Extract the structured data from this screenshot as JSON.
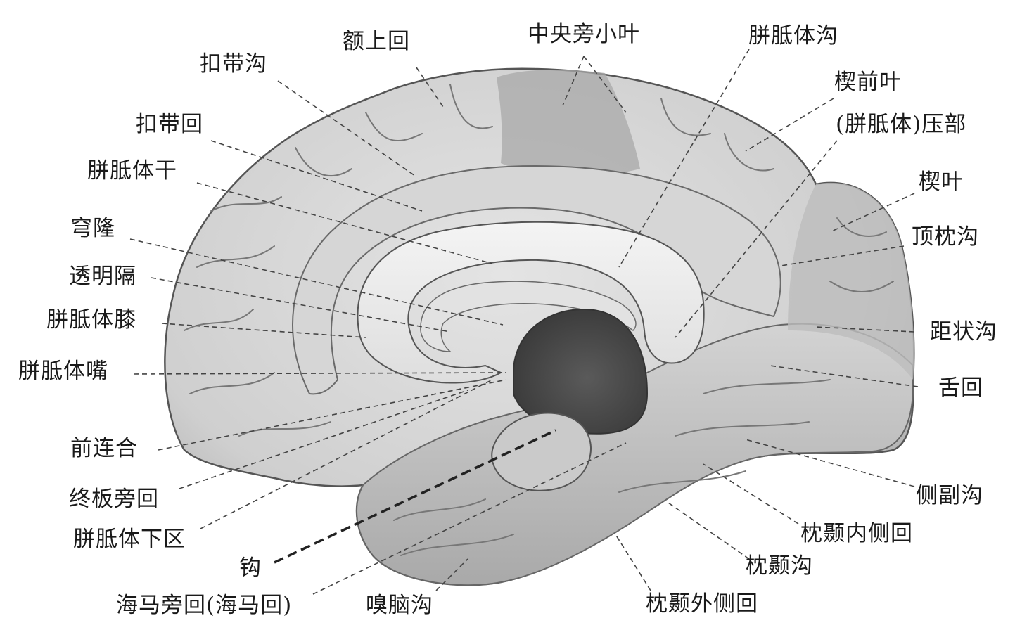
{
  "labels": {
    "e_shang_hui": "额上回",
    "zhong_yang_pang_xiao_ye": "中央旁小叶",
    "pian_zhi_ti_gou": "胼胝体沟",
    "kou_dai_gou": "扣带沟",
    "xie_qian_ye": "楔前叶",
    "kou_dai_hui": "扣带回",
    "pian_zhi_ti_ya_bu": "(胼胝体)压部",
    "pian_zhi_ti_gan": "胼胝体干",
    "xie_ye": "楔叶",
    "qiong_long": "穹隆",
    "ding_zhen_gou": "顶枕沟",
    "tou_ming_ge": "透明隔",
    "pian_zhi_ti_xi": "胼胝体膝",
    "ju_zhuang_gou": "距状沟",
    "pian_zhi_ti_zui": "胼胝体嘴",
    "she_hui": "舌回",
    "qian_lian_he": "前连合",
    "ce_fu_gou": "侧副沟",
    "zhong_ban_pang_hui": "终板旁回",
    "zhen_nie_nei_ce_hui": "枕颞内侧回",
    "pian_zhi_ti_xia_qu": "胼胝体下区",
    "gou": "钩",
    "zhen_nie_gou": "枕颞沟",
    "hai_ma_pang_hui": "海马旁回(海马回)",
    "xiu_nao_gou": "嗅脑沟",
    "zhen_nie_wai_ce_hui": "枕颞外侧回"
  }
}
